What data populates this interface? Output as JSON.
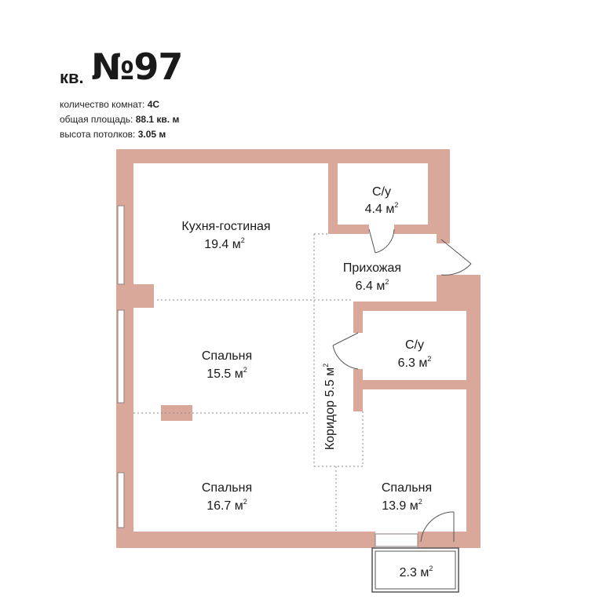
{
  "header": {
    "apt_prefix": "кв.",
    "apt_number": "№97"
  },
  "specs": [
    {
      "label": "количество комнат:",
      "value": "4С"
    },
    {
      "label": "общая площадь:",
      "value": "88.1 кв. м"
    },
    {
      "label": "высота потолков:",
      "value": "3.05 м"
    }
  ],
  "rooms": {
    "kitchen": {
      "name": "Кухня-гостиная",
      "area": "19.4 м",
      "unit_sup": "2"
    },
    "bath1": {
      "name": "С/у",
      "area": "4.4 м",
      "unit_sup": "2"
    },
    "hallway": {
      "name": "Прихожая",
      "area": "6.4 м",
      "unit_sup": "2"
    },
    "bath2": {
      "name": "С/у",
      "area": "6.3 м",
      "unit_sup": "2"
    },
    "bedroom1": {
      "name": "Спальня",
      "area": "15.5 м",
      "unit_sup": "2"
    },
    "corridor": {
      "name": "Коридор",
      "area": "5.5 м",
      "unit_sup": "2"
    },
    "bedroom2": {
      "name": "Спальня",
      "area": "16.7 м",
      "unit_sup": "2"
    },
    "bedroom3": {
      "name": "Спальня",
      "area": "13.9 м",
      "unit_sup": "2"
    },
    "balcony": {
      "name": "",
      "area": "2.3 м",
      "unit_sup": "2"
    }
  },
  "colors": {
    "wall": "#d9a89b",
    "wall_stroke": "#c99586",
    "dash": "#8a8a8a"
  }
}
